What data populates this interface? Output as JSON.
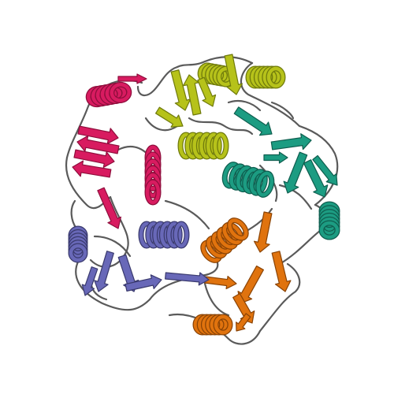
{
  "scene": {
    "subject": "protein-ribbon",
    "background": "#ffffff",
    "loop_color": "#5a5a5a",
    "subunits": [
      {
        "id": "subunit-magenta",
        "color": "#d81b60",
        "shade": "#8e0e3c"
      },
      {
        "id": "subunit-olive",
        "color": "#b6c21a",
        "shade": "#6f7a0c"
      },
      {
        "id": "subunit-teal",
        "color": "#1c9c82",
        "shade": "#0f5e4f"
      },
      {
        "id": "subunit-orange",
        "color": "#e0730e",
        "shade": "#8a4305"
      },
      {
        "id": "subunit-slate",
        "color": "#6868b8",
        "shade": "#3a3a6e"
      }
    ]
  }
}
